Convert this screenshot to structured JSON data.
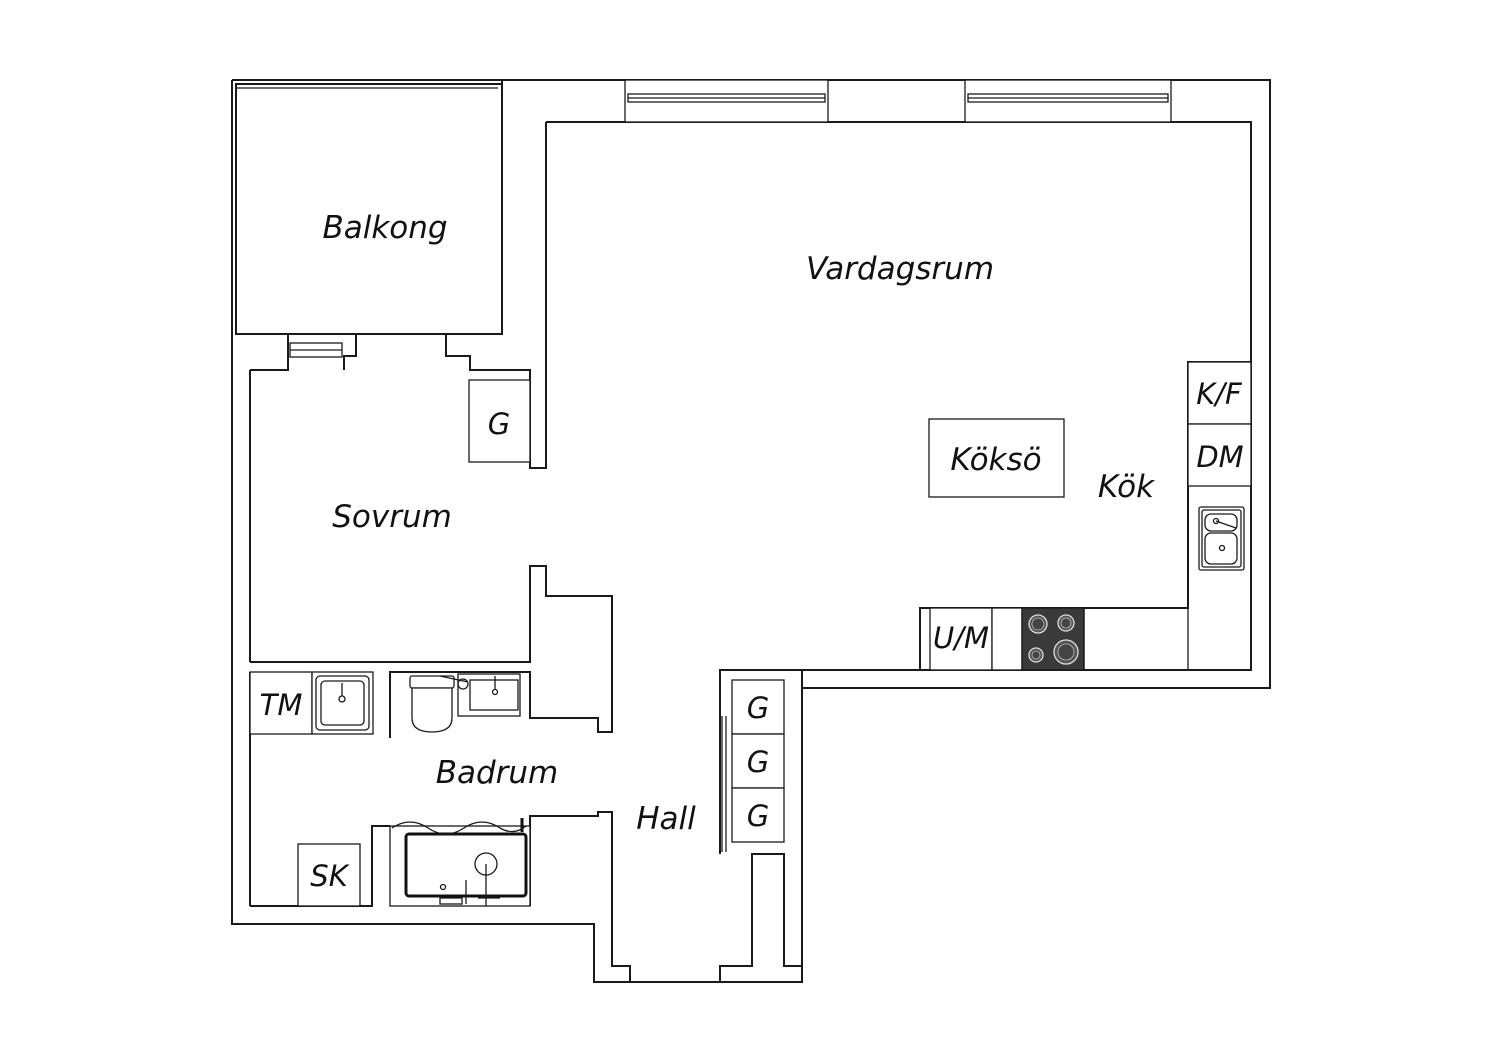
{
  "rooms": {
    "balkong": "Balkong",
    "vardagsrum": "Vardagsrum",
    "sovrum": "Sovrum",
    "kok": "Kök",
    "badrum": "Badrum",
    "hall": "Hall"
  },
  "fixtures": {
    "koksö": "Köksö",
    "kf": "K/F",
    "dm": "DM",
    "um": "U/M",
    "tm": "TM",
    "sk": "SK",
    "g_sovrum": "G",
    "g_hall_1": "G",
    "g_hall_2": "G",
    "g_hall_3": "G"
  },
  "icons": [
    "sink-icon",
    "cooktop-icon",
    "toilet-icon",
    "bathtub-icon",
    "washbasin-icon",
    "window-icon"
  ],
  "colors": {
    "line": "#1a1a1a",
    "background": "#ffffff",
    "cooktop": "#3a3a3a"
  }
}
